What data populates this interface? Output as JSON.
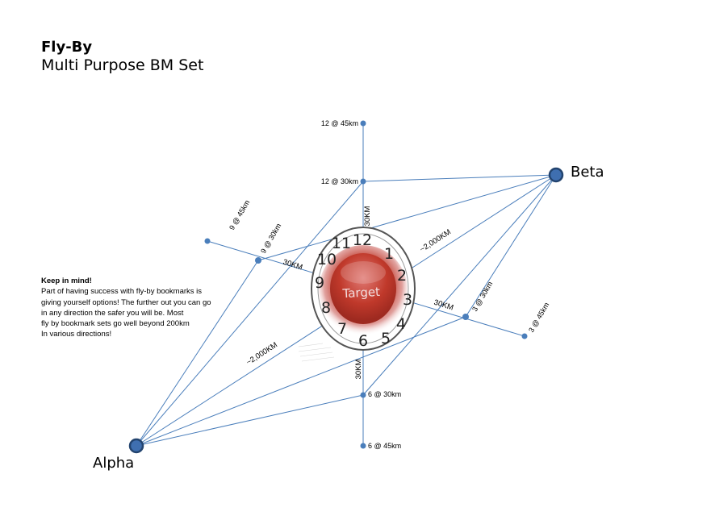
{
  "header": {
    "title": "Fly-By",
    "subtitle": "Multi Purpose BM Set"
  },
  "note": {
    "heading": "Keep in mind!",
    "lines": [
      "Part of having success with fly-by bookmarks is",
      "giving yourself options! The further out you can go",
      "in any direction the safer you will be. Most",
      "fly by bookmark sets go well beyond 200km",
      "In various directions!"
    ]
  },
  "nodes": {
    "alpha": "Alpha",
    "beta": "Beta",
    "target": "Target"
  },
  "points": {
    "n12_45": "12 @ 45km",
    "n12_30": "12 @ 30km",
    "n9_45": "9 @ 45km",
    "n9_30": "9 @ 30km",
    "n3_30": "3 @ 30km",
    "n3_45": "3 @ 45km",
    "n6_30": "6 @ 30km",
    "n6_45": "6 @ 45km"
  },
  "distances": {
    "d12": "30KM",
    "d9": "30KM",
    "d3": "30KM",
    "d6": "30KM",
    "beta_target": "~2,000KM",
    "alpha_target": "~2,000KM"
  },
  "clock": {
    "numbers": [
      "12",
      "1",
      "2",
      "3",
      "4",
      "5",
      "6",
      "7",
      "8",
      "9",
      "10",
      "11"
    ]
  },
  "colors": {
    "line": "#4a7ebb",
    "target_core": "#c0392b",
    "node_fill": "#3f6fb0"
  }
}
